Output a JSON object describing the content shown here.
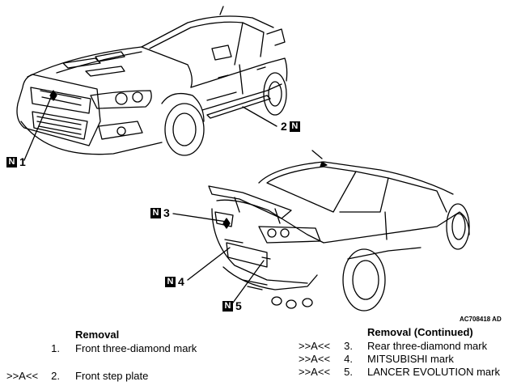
{
  "callouts": [
    {
      "id": "n1",
      "num": "1"
    },
    {
      "id": "n2",
      "num": "2"
    },
    {
      "id": "n3",
      "num": "3"
    },
    {
      "id": "n4",
      "num": "4"
    },
    {
      "id": "n5",
      "num": "5"
    }
  ],
  "badge_letter": "N",
  "figure_code": "AC708418 AD",
  "left_column": {
    "heading": "Removal",
    "items": [
      {
        "ref": "",
        "no": "1.",
        "name": "Front three-diamond mark"
      },
      {
        "ref": ">>A<<",
        "no": "2.",
        "name": "Front step plate"
      }
    ]
  },
  "right_column": {
    "heading": "Removal (Continued)",
    "items": [
      {
        "ref": ">>A<<",
        "no": "3.",
        "name": "Rear three-diamond mark"
      },
      {
        "ref": ">>A<<",
        "no": "4.",
        "name": "MITSUBISHI mark"
      },
      {
        "ref": ">>A<<",
        "no": "5.",
        "name": "LANCER EVOLUTION mark"
      }
    ]
  }
}
